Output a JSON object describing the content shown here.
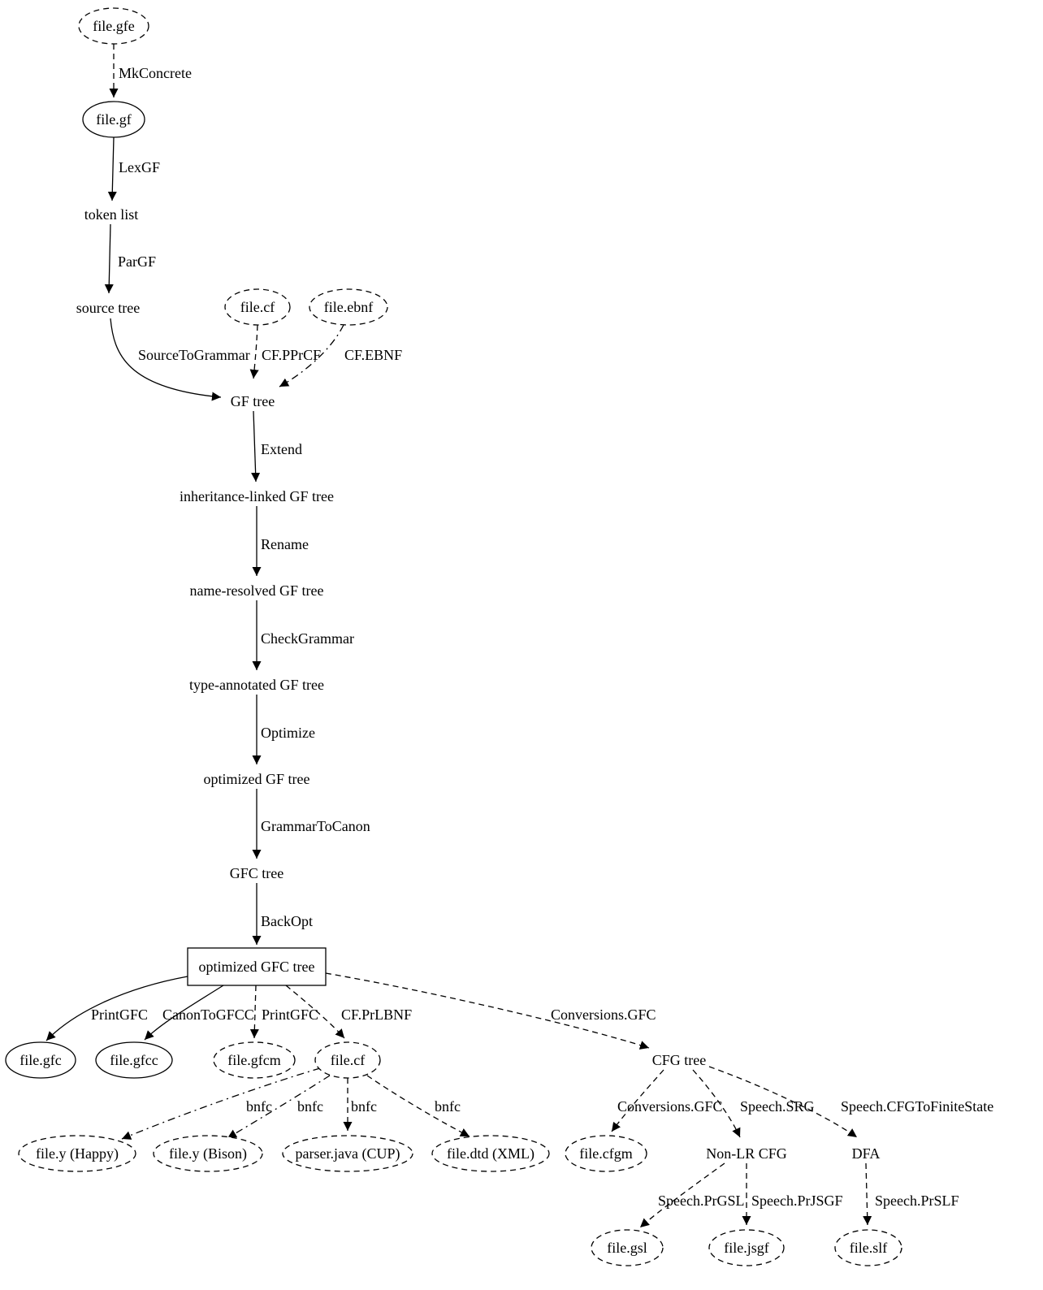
{
  "colors": {
    "ink": "#000000",
    "background": "#ffffff"
  },
  "nodes": {
    "file_gfe": {
      "label": "file.gfe"
    },
    "file_gf": {
      "label": "file.gf"
    },
    "token_list": {
      "label": "token list"
    },
    "source_tree": {
      "label": "source tree"
    },
    "file_cf_top": {
      "label": "file.cf"
    },
    "file_ebnf": {
      "label": "file.ebnf"
    },
    "gf_tree": {
      "label": "GF tree"
    },
    "inheritance_linked": {
      "label": "inheritance-linked GF tree"
    },
    "name_resolved": {
      "label": "name-resolved GF tree"
    },
    "type_annotated": {
      "label": "type-annotated GF tree"
    },
    "optimized_gf": {
      "label": "optimized GF tree"
    },
    "gfc_tree": {
      "label": "GFC tree"
    },
    "optimized_gfc": {
      "label": "optimized GFC tree"
    },
    "file_gfc": {
      "label": "file.gfc"
    },
    "file_gfcc": {
      "label": "file.gfcc"
    },
    "file_gfcm": {
      "label": "file.gfcm"
    },
    "file_cf_bottom": {
      "label": "file.cf"
    },
    "cfg_tree": {
      "label": "CFG tree"
    },
    "file_y_happy": {
      "label": "file.y (Happy)"
    },
    "file_y_bison": {
      "label": "file.y (Bison)"
    },
    "parser_java": {
      "label": "parser.java (CUP)"
    },
    "file_dtd": {
      "label": "file.dtd (XML)"
    },
    "file_cfgm": {
      "label": "file.cfgm"
    },
    "non_lr_cfg": {
      "label": "Non-LR CFG"
    },
    "dfa": {
      "label": "DFA"
    },
    "file_gsl": {
      "label": "file.gsl"
    },
    "file_jsgf": {
      "label": "file.jsgf"
    },
    "file_slf": {
      "label": "file.slf"
    }
  },
  "edges": {
    "mkconcrete": {
      "label": "MkConcrete"
    },
    "lexgf": {
      "label": "LexGF"
    },
    "pargf": {
      "label": "ParGF"
    },
    "sourcetogrammar": {
      "label": "SourceToGrammar"
    },
    "cf_pprcf": {
      "label": "CF.PPrCF"
    },
    "cf_ebnf": {
      "label": "CF.EBNF"
    },
    "extend": {
      "label": "Extend"
    },
    "rename": {
      "label": "Rename"
    },
    "checkgrammar": {
      "label": "CheckGrammar"
    },
    "optimize": {
      "label": "Optimize"
    },
    "grammartocanon": {
      "label": "GrammarToCanon"
    },
    "backopt": {
      "label": "BackOpt"
    },
    "printgfc_1": {
      "label": "PrintGFC"
    },
    "canontogfcc": {
      "label": "CanonToGFCC"
    },
    "printgfc_2": {
      "label": "PrintGFC"
    },
    "cf_prlbnf": {
      "label": "CF.PrLBNF"
    },
    "conversions_gfc_1": {
      "label": "Conversions.GFC"
    },
    "bnfc_happy": {
      "label": "bnfc"
    },
    "bnfc_bison": {
      "label": "bnfc"
    },
    "bnfc_cup": {
      "label": "bnfc"
    },
    "bnfc_xml": {
      "label": "bnfc"
    },
    "conversions_gfc_2": {
      "label": "Conversions.GFC"
    },
    "speech_srg": {
      "label": "Speech.SRG"
    },
    "speech_cfgtofinitestate": {
      "label": "Speech.CFGToFiniteState"
    },
    "speech_prgsl": {
      "label": "Speech.PrGSL"
    },
    "speech_prjsgf": {
      "label": "Speech.PrJSGF"
    },
    "speech_prslf": {
      "label": "Speech.PrSLF"
    }
  }
}
